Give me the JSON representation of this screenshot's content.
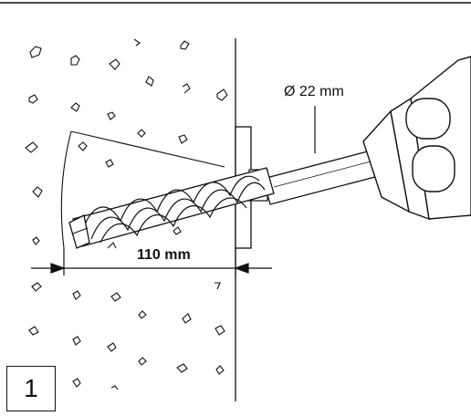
{
  "diagram": {
    "drill_diameter_label": "Ø 22 mm",
    "hole_depth_label": "110 mm",
    "step_number": "1"
  }
}
